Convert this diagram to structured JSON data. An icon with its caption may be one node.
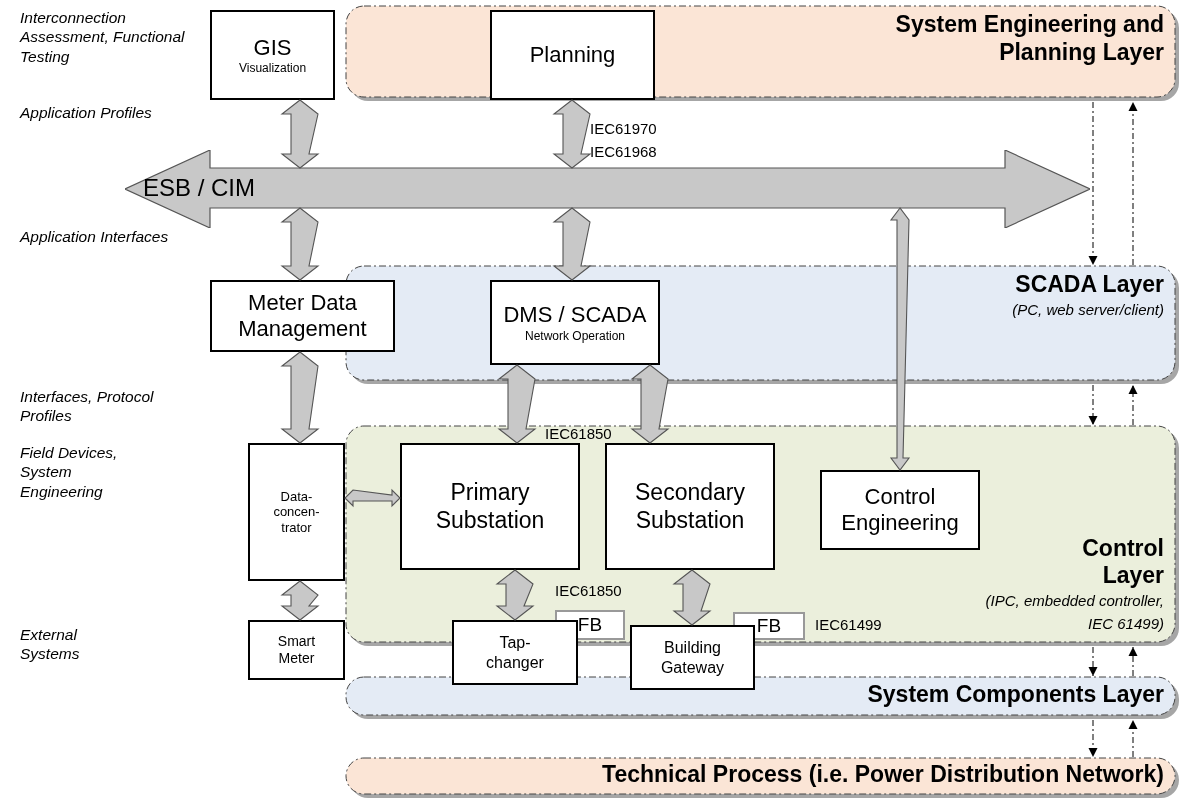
{
  "diagram": {
    "nodes": [
      {
        "text": [
          "System Engineering and Planning Layer"
        ]
      },
      {
        "text": [
          "GIS",
          "Visualization"
        ]
      },
      {
        "text": [
          "Planning"
        ],
        "in": 0
      },
      {
        "text": [
          "ESB / CIM"
        ]
      },
      {
        "text": [
          "SCADA Layer",
          "(PC, web server/client)"
        ]
      },
      {
        "text": [
          "Meter Data Management"
        ]
      },
      {
        "text": [
          "DMS / SCADA",
          "Network Operation"
        ],
        "in": 4
      },
      {
        "text": [
          "Control Layer",
          "(IPC, embedded controller, IEC 61499)"
        ]
      },
      {
        "text": [
          "Data- concen- trator"
        ]
      },
      {
        "text": [
          "Primary Substation"
        ],
        "in": 7
      },
      {
        "text": [
          "Secondary Substation"
        ],
        "in": 7
      },
      {
        "text": [
          "Control Engineering"
        ],
        "in": 7
      },
      {
        "text": [
          "FB"
        ],
        "in": 7
      },
      {
        "text": [
          "FB"
        ],
        "in": 7,
        "beside": [
          "IEC61499"
        ]
      },
      {
        "text": [
          "System Components Layer"
        ]
      },
      {
        "text": [
          "Smart Meter"
        ]
      },
      {
        "text": [
          "Tap- changer"
        ]
      },
      {
        "text": [
          "Building Gateway"
        ]
      },
      {
        "text": [
          "Technical Process (i.e. Power Distribution Network)"
        ]
      }
    ],
    "edges": [
      {
        "from": 1,
        "to": 3,
        "arrow": "both"
      },
      {
        "from": 2,
        "to": 3,
        "arrow": "both"
      },
      {
        "from": 3,
        "to": 5,
        "arrow": "both"
      },
      {
        "from": 3,
        "to": 6,
        "arrow": "both"
      },
      {
        "from": 3,
        "to": 11,
        "arrow": "both"
      },
      {
        "from": 5,
        "to": 8,
        "arrow": "both"
      },
      {
        "from": 6,
        "to": 9,
        "arrow": "both"
      },
      {
        "from": 6,
        "to": 10,
        "arrow": "both"
      },
      {
        "from": 8,
        "to": 9,
        "arrow": "both"
      },
      {
        "from": 8,
        "to": 15,
        "arrow": "both"
      },
      {
        "from": 9,
        "to": 16,
        "arrow": "both"
      },
      {
        "from": 10,
        "to": 17,
        "arrow": "both"
      },
      {
        "from": 0,
        "to": 4,
        "arrow": "to",
        "style": "dashed"
      },
      {
        "from": 4,
        "to": 0,
        "arrow": "to",
        "style": "dashed"
      },
      {
        "from": 4,
        "to": 7,
        "arrow": "to",
        "style": "dashed"
      },
      {
        "from": 7,
        "to": 4,
        "arrow": "to",
        "style": "dashed"
      },
      {
        "from": 7,
        "to": 14,
        "arrow": "to",
        "style": "dashed"
      },
      {
        "from": 14,
        "to": 7,
        "arrow": "to",
        "style": "dashed"
      },
      {
        "from": 14,
        "to": 18,
        "arrow": "to",
        "style": "dashed"
      },
      {
        "from": 18,
        "to": 14,
        "arrow": "to",
        "style": "dashed"
      }
    ],
    "labels": [
      "Interconnection Assessment, Functional Testing",
      "Application Profiles",
      "IEC61970",
      "IEC61968",
      "Application Interfaces",
      "Interfaces, Protocol Profiles",
      "IEC61850",
      "Field Devices, System Engineering",
      "IEC61850",
      "External Systems"
    ]
  }
}
